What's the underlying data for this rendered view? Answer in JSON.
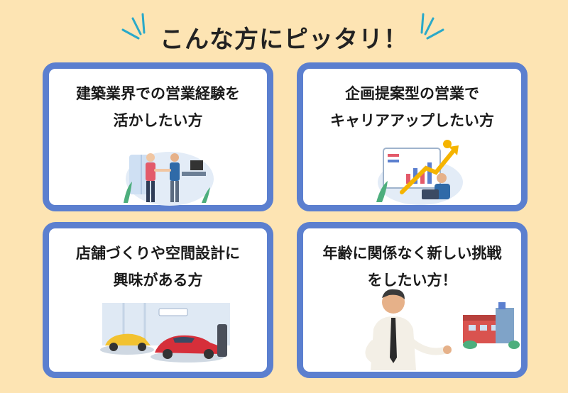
{
  "title": "こんな方にピッタリ！",
  "accent_color": "#5b7fcf",
  "background_color": "#fde4b3",
  "cards": [
    {
      "lines": [
        "建築業界での営業経験を",
        "活かしたい方"
      ],
      "illustration": "business-handshake"
    },
    {
      "lines": [
        "企画提案型の営業で",
        "キャリアアップしたい方"
      ],
      "illustration": "growth-chart-laptop"
    },
    {
      "lines": [
        "店舗づくりや空間設計に",
        "興味がある方"
      ],
      "illustration": "car-showroom"
    },
    {
      "lines": [
        "年齢に関係なく新しい挑戦",
        "をしたい方！"
      ],
      "illustration": "presenting-man-building"
    }
  ]
}
